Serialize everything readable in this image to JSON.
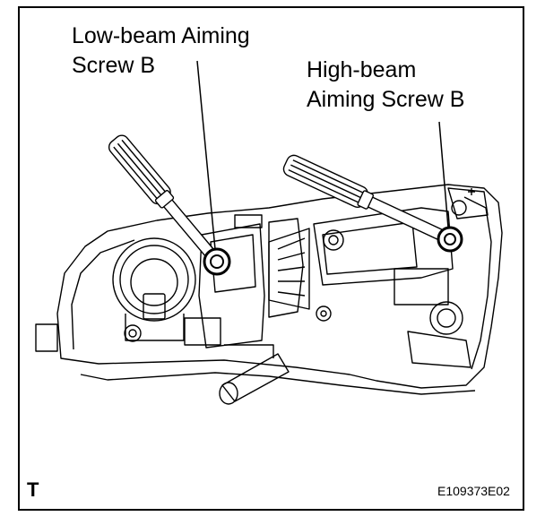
{
  "callouts": {
    "low_beam_line1": "Low-beam Aiming",
    "low_beam_line2": "Screw B",
    "high_beam_line1": "High-beam",
    "high_beam_line2": "Aiming Screw B"
  },
  "corner_mark": "T",
  "figure_id": "E109373E02",
  "colors": {
    "ink": "#000000",
    "paper": "#ffffff"
  }
}
